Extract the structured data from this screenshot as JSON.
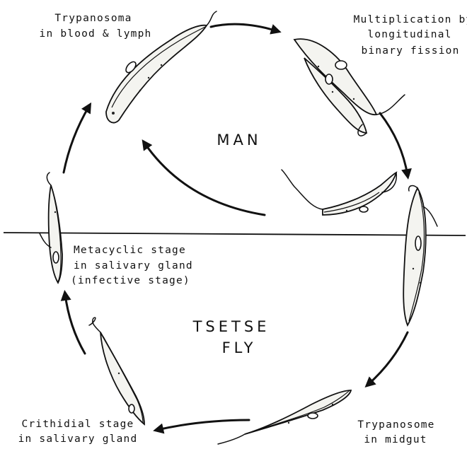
{
  "host_labels": {
    "upper": "MAN",
    "lower_line1": "TSETSE",
    "lower_line2": "FLY"
  },
  "stages": [
    {
      "id": "blood",
      "line1": "Trypanosoma",
      "line2": "in blood & lymph"
    },
    {
      "id": "fission",
      "line1": "Multiplication by",
      "line2": "longitudinal",
      "line3": "binary fission"
    },
    {
      "id": "midgut",
      "line1": "Trypanosome",
      "line2": "in midgut"
    },
    {
      "id": "crithidial",
      "line1": "Crithidial stage",
      "line2": "in salivary gland"
    },
    {
      "id": "metacyclic",
      "line1": "Metacyclic stage",
      "line2": "in salivary gland",
      "line3": "(infective stage)"
    }
  ],
  "colors": {
    "ink": "#111111",
    "paper": "#ffffff"
  }
}
